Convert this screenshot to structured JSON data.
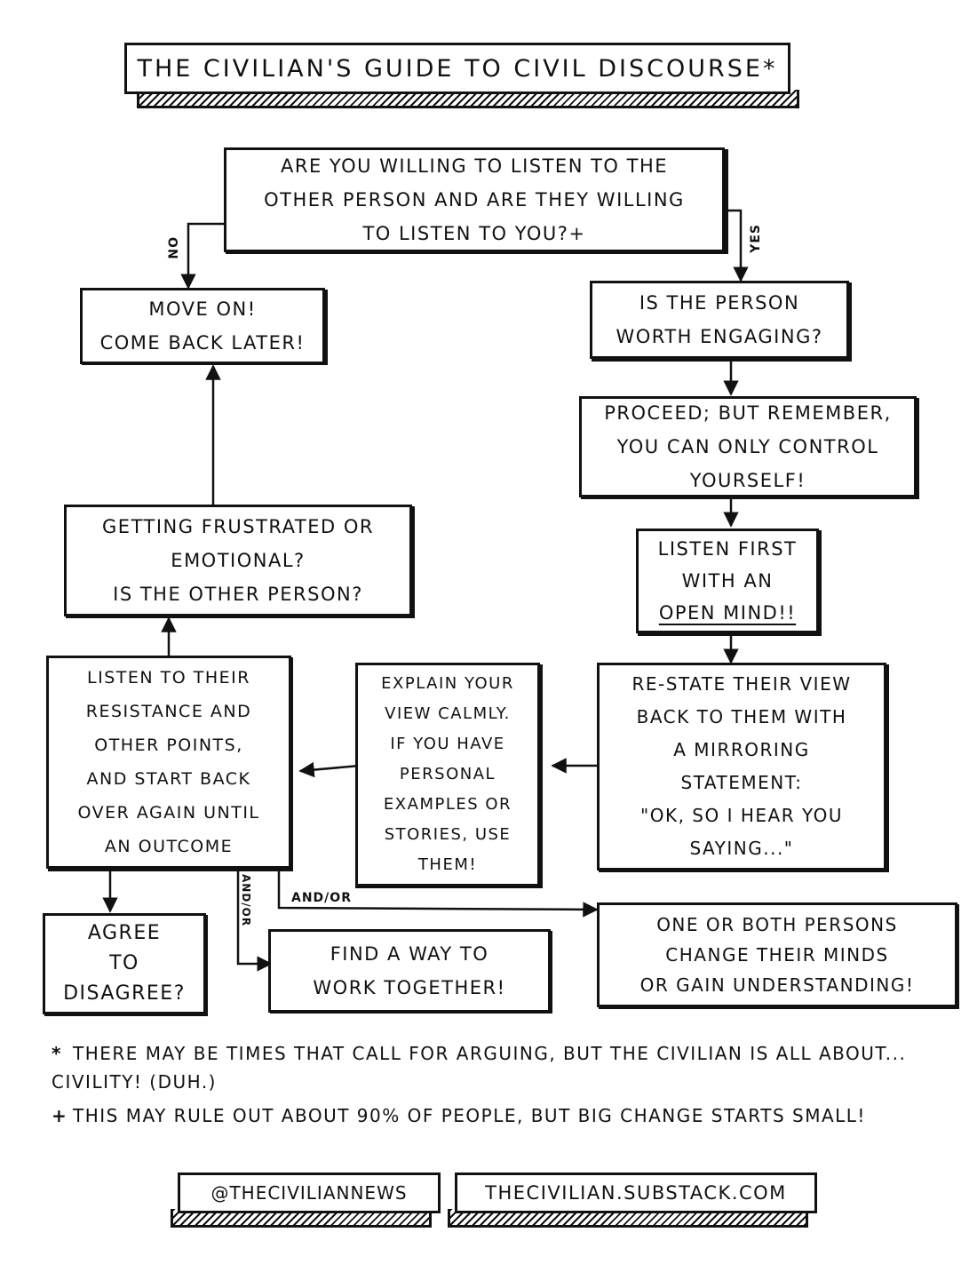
{
  "title": "THE CIVILIAN'S GUIDE to CIVIL DISCOURSE*",
  "nodes": {
    "start": [
      "ARE YOU WILLING TO LISTEN TO THE",
      "OTHER PERSON AND ARE THEY WILLING",
      "TO LISTEN TO YOU?+"
    ],
    "move_on": [
      "MOVE ON!",
      "COME BACK LATER!"
    ],
    "worth": [
      "IS THE PERSON",
      "WORTH ENGAGING?"
    ],
    "proceed": [
      "PROCEED; BUT REMEMBER,",
      "YOU CAN ONLY CONTROL",
      "YOURSELF!"
    ],
    "listen_first": [
      "LISTEN FIRST",
      "WITH AN",
      "OPEN MIND!!"
    ],
    "frustrated": [
      "GETTING FRUSTRATED OR",
      "EMOTIONAL?",
      "IS THE OTHER PERSON?"
    ],
    "restate": [
      "RE-STATE THEIR VIEW",
      "BACK TO THEM WITH",
      "A MIRRORING",
      "STATEMENT:",
      "\"OK, SO I HEAR YOU",
      "SAYING...\""
    ],
    "explain": [
      "EXPLAIN YOUR",
      "VIEW CALMLY.",
      "IF YOU HAVE",
      "PERSONAL",
      "EXAMPLES OR",
      "STORIES, USE",
      "THEM!"
    ],
    "listen_resist": [
      "LISTEN TO THEIR",
      "RESISTANCE AND",
      "OTHER POINTS,",
      "AND START BACK",
      "OVER AGAIN UNTIL",
      "AN OUTCOME"
    ],
    "agree": [
      "AGREE",
      "TO",
      "DISAGREE?"
    ],
    "together": [
      "FIND A WAY TO",
      "WORK TOGETHER!"
    ],
    "change": [
      "ONE OR BOTH PERSONS",
      "CHANGE THEIR MINDS",
      "OR GAIN UNDERSTANDING!"
    ]
  },
  "edge_labels": {
    "no": "NO",
    "yes": "YES",
    "andor1": "AND/OR",
    "andor2": "AND/OR"
  },
  "footnotes": [
    {
      "mark": "*",
      "text": "THERE MAY BE TIMES THAT CALL FOR ARGUING, BUT THE CIVILIAN IS ALL ABOUT... CIVILITY! (DUH.)"
    },
    {
      "mark": "+",
      "text": "THIS MAY RULE OUT ABOUT 90% OF PEOPLE, BUT BIG CHANGE STARTS SMALL!"
    }
  ],
  "social": {
    "handle": "@THECIVILIANNEWS",
    "site": "THECIVILIAN.SUBSTACK.COM"
  }
}
